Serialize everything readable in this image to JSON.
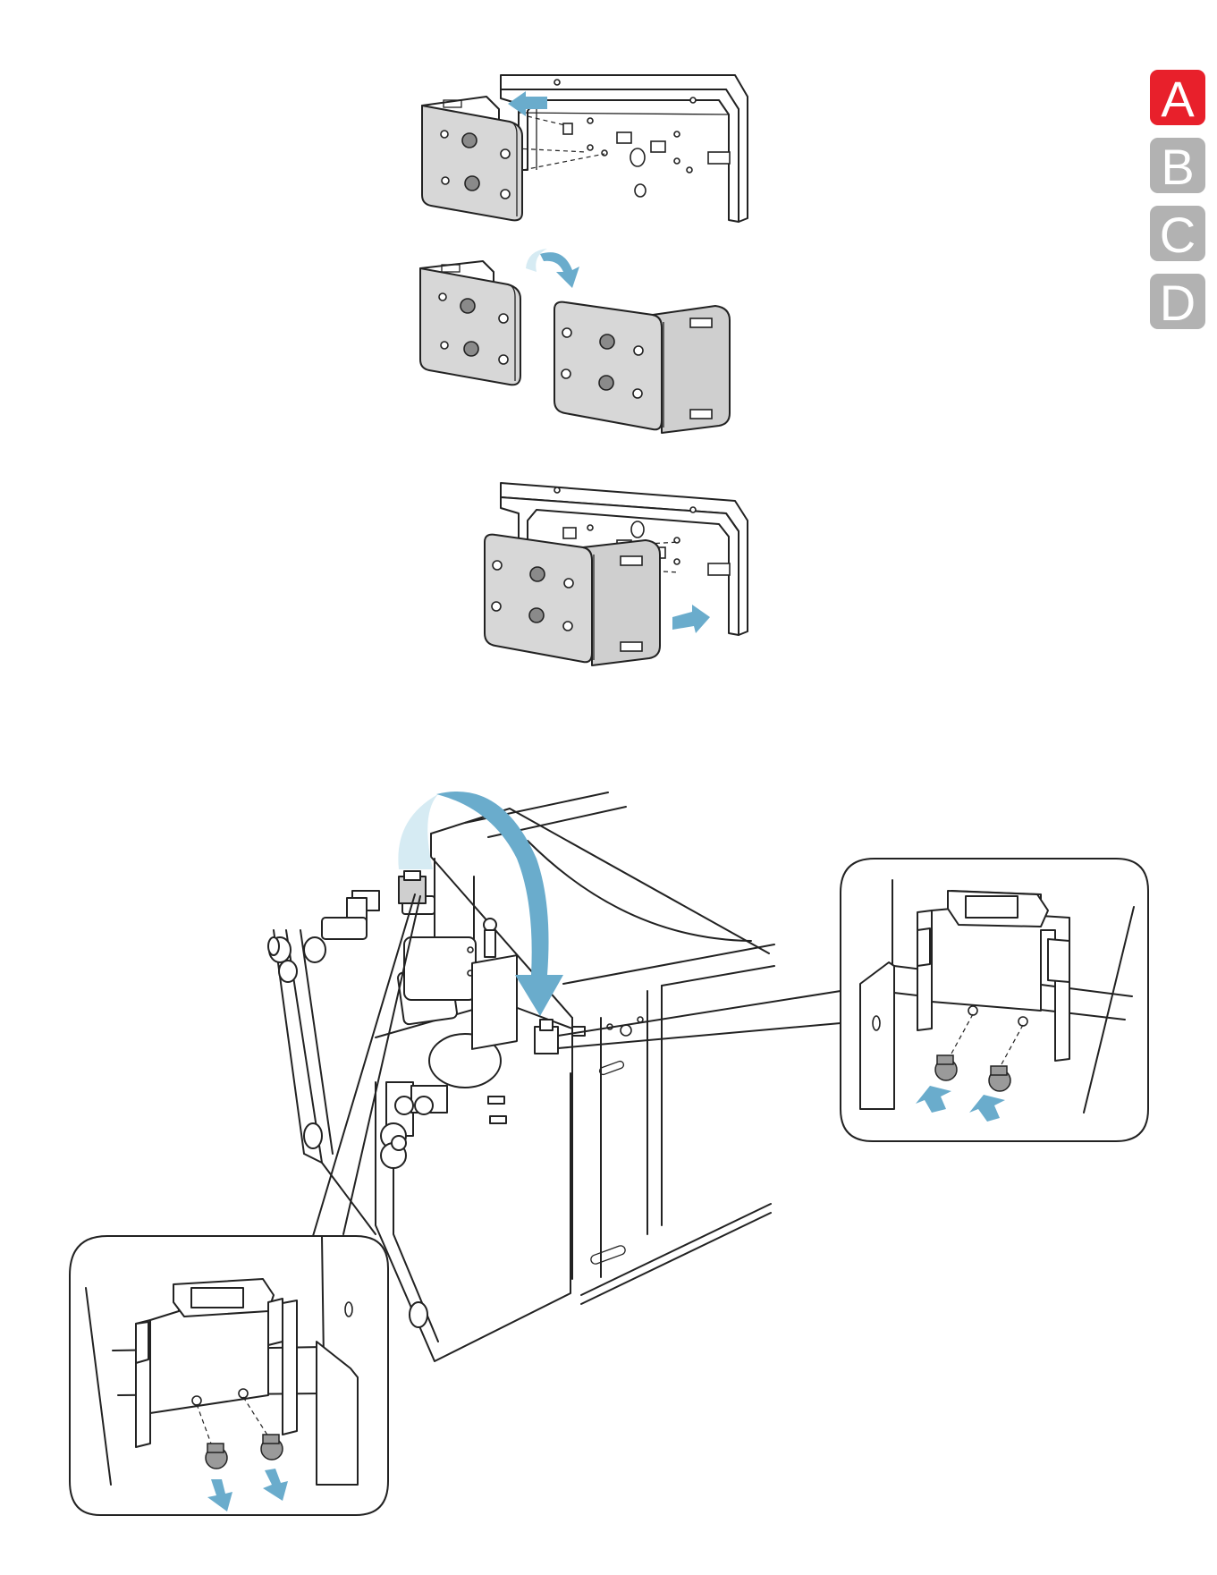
{
  "tabs": [
    {
      "letter": "A",
      "active": true,
      "color": "#e8202b"
    },
    {
      "letter": "B",
      "active": false,
      "color": "#b2b2b2"
    },
    {
      "letter": "C",
      "active": false,
      "color": "#b2b2b2"
    },
    {
      "letter": "D",
      "active": false,
      "color": "#b2b2b2"
    }
  ],
  "icons": {
    "step1": "remove-bracket-arrow-left",
    "step2": "rotate-bracket-arrow",
    "step3": "insert-bracket-arrow-right",
    "main": "close-cover-curved-arrow",
    "callout_left": "remove-screws-down-arrows",
    "callout_right": "install-screws-up-arrows"
  },
  "colors": {
    "arrow": "#6aaccc",
    "arrow_light": "#d6ebf3",
    "active_tab": "#e8202b",
    "inactive_tab": "#b2b2b2"
  }
}
